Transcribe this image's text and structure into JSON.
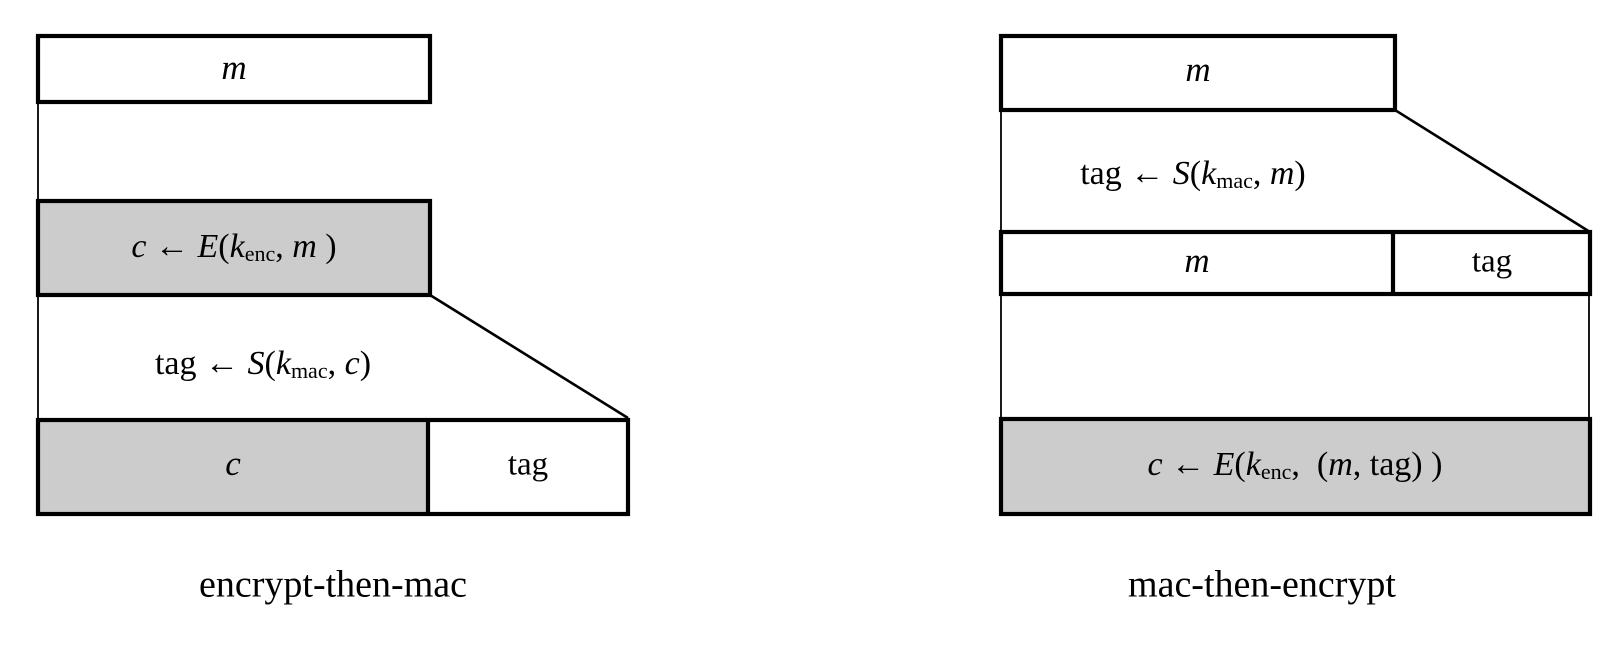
{
  "figure": {
    "title_hidden": "",
    "background_color": "#ffffff",
    "ink_color": "#000000",
    "highlight_fill": "#cccccc",
    "plain_fill": "#ffffff"
  },
  "panels": [
    {
      "id": "encrypt-then-mac",
      "caption": "encrypt-then-mac",
      "rows": [
        {
          "id": "left-row-message",
          "kind": "box",
          "fill": "plain",
          "cells": [
            {
              "id": "left-cell-m",
              "text": "m",
              "style": "var",
              "fill": "plain"
            }
          ]
        },
        {
          "id": "left-row-encrypt",
          "kind": "box",
          "fill": "highlight",
          "formula": {
            "id": "left-formula-encrypt",
            "plain": "c ← E(kenc, m )",
            "tokens": [
              {
                "t": "c",
                "style": "it"
              },
              {
                "t": " ← ",
                "style": "rm"
              },
              {
                "t": "E",
                "style": "it"
              },
              {
                "t": "(",
                "style": "rm"
              },
              {
                "t": "k",
                "style": "it"
              },
              {
                "t": "enc",
                "style": "sub"
              },
              {
                "t": ", ",
                "style": "rm"
              },
              {
                "t": "m",
                "style": "it"
              },
              {
                "t": " )",
                "style": "rm"
              }
            ]
          }
        },
        {
          "id": "left-row-mac",
          "kind": "gap",
          "formula": {
            "id": "left-formula-mac",
            "plain": "tag ← S(kmac, c)",
            "tokens": [
              {
                "t": "tag",
                "style": "rm"
              },
              {
                "t": " ← ",
                "style": "rm"
              },
              {
                "t": "S",
                "style": "it"
              },
              {
                "t": "(",
                "style": "rm"
              },
              {
                "t": "k",
                "style": "it"
              },
              {
                "t": "mac",
                "style": "sub"
              },
              {
                "t": ", ",
                "style": "rm"
              },
              {
                "t": "c",
                "style": "it"
              },
              {
                "t": ")",
                "style": "rm"
              }
            ]
          }
        },
        {
          "id": "left-row-output",
          "kind": "box",
          "fill": "mixed",
          "cells": [
            {
              "id": "left-cell-c",
              "text": "c",
              "style": "var",
              "fill": "highlight"
            },
            {
              "id": "left-cell-tag",
              "text": "tag",
              "style": "word",
              "fill": "plain"
            }
          ]
        }
      ]
    },
    {
      "id": "mac-then-encrypt",
      "caption": "mac-then-encrypt",
      "rows": [
        {
          "id": "right-row-message",
          "kind": "box",
          "fill": "plain",
          "cells": [
            {
              "id": "right-cell-m-top",
              "text": "m",
              "style": "var",
              "fill": "plain"
            }
          ]
        },
        {
          "id": "right-row-mac",
          "kind": "gap",
          "formula": {
            "id": "right-formula-mac",
            "plain": "tag ← S(kmac, m)",
            "tokens": [
              {
                "t": "tag",
                "style": "rm"
              },
              {
                "t": " ← ",
                "style": "rm"
              },
              {
                "t": "S",
                "style": "it"
              },
              {
                "t": "(",
                "style": "rm"
              },
              {
                "t": "k",
                "style": "it"
              },
              {
                "t": "mac",
                "style": "sub"
              },
              {
                "t": ", ",
                "style": "rm"
              },
              {
                "t": "m",
                "style": "it"
              },
              {
                "t": ")",
                "style": "rm"
              }
            ]
          }
        },
        {
          "id": "right-row-mtag",
          "kind": "box",
          "fill": "plain",
          "cells": [
            {
              "id": "right-cell-m-mid",
              "text": "m",
              "style": "var",
              "fill": "plain"
            },
            {
              "id": "right-cell-tag",
              "text": "tag",
              "style": "word",
              "fill": "plain"
            }
          ]
        },
        {
          "id": "right-row-spacer",
          "kind": "gap",
          "formula": null
        },
        {
          "id": "right-row-encrypt",
          "kind": "box",
          "fill": "highlight",
          "formula": {
            "id": "right-formula-encrypt",
            "plain": "c ← E(kenc, (m, tag) )",
            "tokens": [
              {
                "t": "c",
                "style": "it"
              },
              {
                "t": " ← ",
                "style": "rm"
              },
              {
                "t": "E",
                "style": "it"
              },
              {
                "t": "(",
                "style": "rm"
              },
              {
                "t": "k",
                "style": "it"
              },
              {
                "t": "enc",
                "style": "sub"
              },
              {
                "t": ",  (",
                "style": "rm"
              },
              {
                "t": "m",
                "style": "it"
              },
              {
                "t": ", ",
                "style": "rm"
              },
              {
                "t": "tag",
                "style": "rm"
              },
              {
                "t": ") )",
                "style": "rm"
              }
            ]
          }
        }
      ]
    }
  ]
}
